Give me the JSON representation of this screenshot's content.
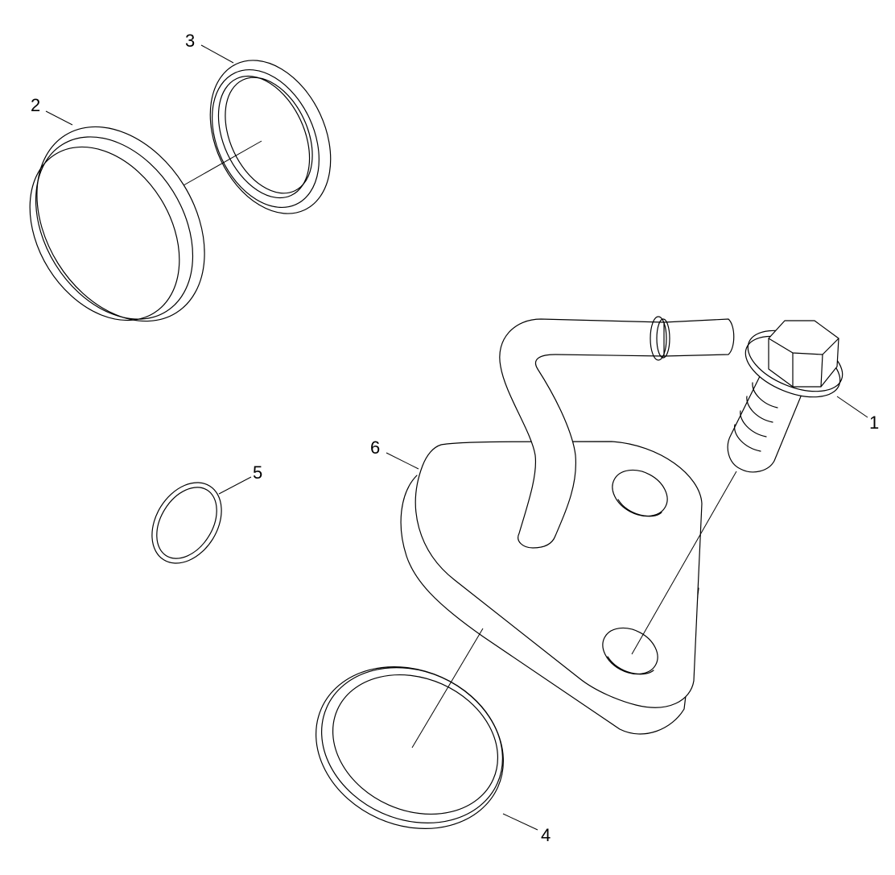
{
  "diagram": {
    "type": "exploded-parts-view",
    "background": "#ffffff",
    "line_color": "#000000",
    "callouts": [
      {
        "id": "1",
        "label": "1",
        "part": "flange-bolt"
      },
      {
        "id": "2",
        "label": "2",
        "part": "cap-plug-large"
      },
      {
        "id": "3",
        "label": "3",
        "part": "seal-ring-upper"
      },
      {
        "id": "4",
        "label": "4",
        "part": "seal-ring-lower"
      },
      {
        "id": "5",
        "label": "5",
        "part": "o-ring-small"
      },
      {
        "id": "6",
        "label": "6",
        "part": "tube-flange-assembly"
      }
    ]
  }
}
